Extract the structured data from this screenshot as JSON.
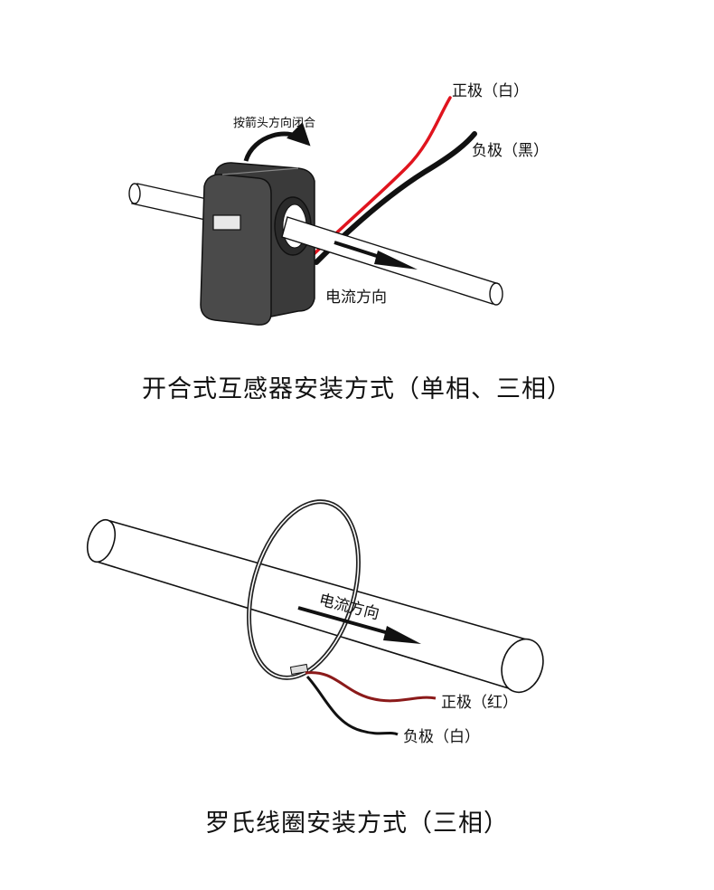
{
  "diagram1": {
    "rotate_label": "按箭头方向闭合",
    "positive_label": "正极（白）",
    "negative_label": "负极（黑）",
    "current_label": "电流方向",
    "caption": "开合式互感器安装方式（单相、三相）",
    "wire_colors": {
      "positive": "#e0141e",
      "negative": "#111111"
    }
  },
  "diagram2": {
    "current_label": "电流方向",
    "positive_label": "正极（红）",
    "negative_label": "负极（白）",
    "caption": "罗氏线圈安装方式（三相）",
    "wire_colors": {
      "positive": "#8b1a1a",
      "negative": "#111111"
    }
  }
}
